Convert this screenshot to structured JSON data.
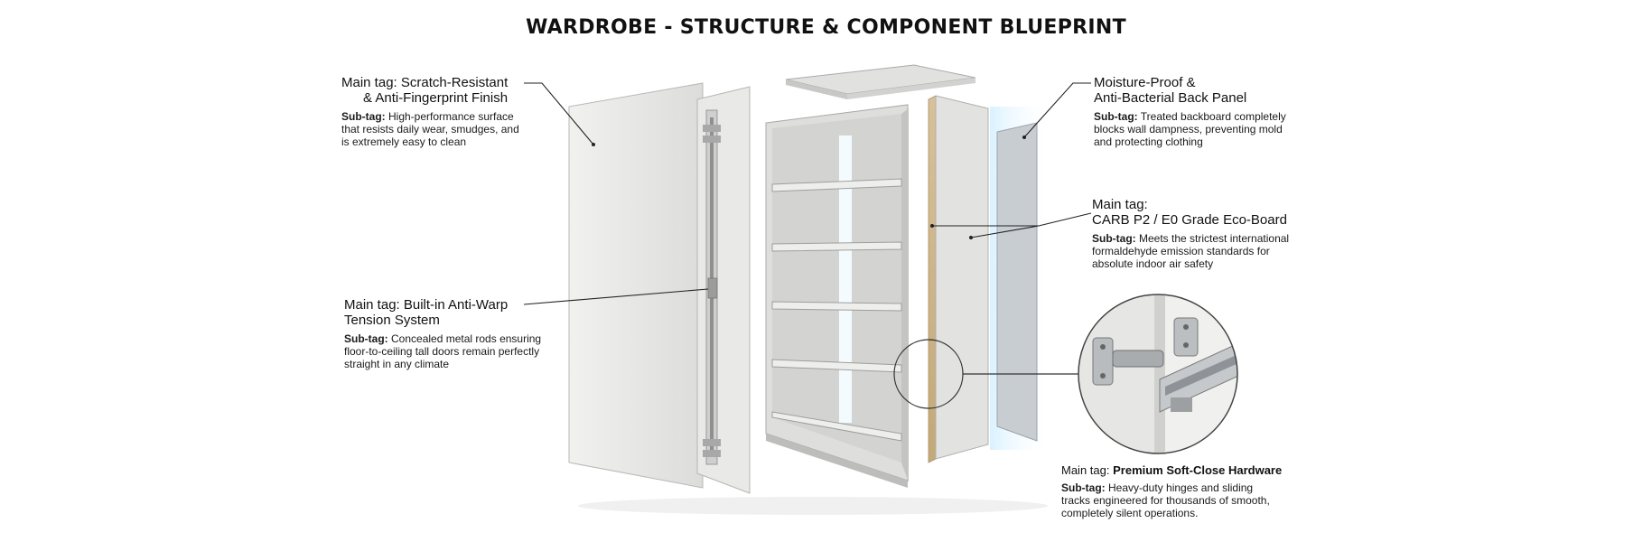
{
  "title": "WARDROBE - STRUCTURE & COMPONENT BLUEPRINT",
  "annotations": {
    "finish": {
      "main_prefix": "Main tag:",
      "main_line1": "Scratch-Resistant",
      "main_line2": "& Anti-Fingerprint Finish",
      "sub_label": "Sub-tag:",
      "sub_lines": [
        "High-performance surface",
        "that resists daily wear, smudges, and",
        "is extremely easy to clean"
      ]
    },
    "tension": {
      "main_line1": "Main tag: Built-in Anti-Warp",
      "main_line2": "Tension System",
      "sub_label": "Sub-tag:",
      "sub_lines": [
        "Concealed metal rods ensuring",
        "floor-to-ceiling tall doors remain perfectly",
        "straight in any climate"
      ]
    },
    "back_panel": {
      "main_line1": "Moisture-Proof &",
      "main_line2": "Anti-Bacterial Back Panel",
      "sub_label": "Sub-tag:",
      "sub_lines": [
        "Treated backboard completely",
        "blocks wall dampness, preventing mold",
        "and protecting clothing"
      ]
    },
    "eco_board": {
      "main_line1": "Main tag:",
      "main_line2": "CARB P2 / E0 Grade Eco-Board",
      "sub_label": "Sub-tag:",
      "sub_lines": [
        "Meets the strictest international",
        "formaldehyde emission standards for",
        "absolute indoor air safety"
      ]
    },
    "hardware": {
      "main_prefix": "Main tag:",
      "main_bold": "Premium Soft-Close Hardware",
      "sub_label": "Sub-tag:",
      "sub_lines": [
        "Heavy-duty hinges and sliding",
        "tracks engineered for thousands of smooth,",
        "completely silent operations."
      ]
    }
  },
  "colors": {
    "panel": "#e4e4e2",
    "panel_dark": "#c9c9c6",
    "edge_board": "#cdb48a",
    "glow": "#bfe6ff",
    "leader": "#222222"
  }
}
